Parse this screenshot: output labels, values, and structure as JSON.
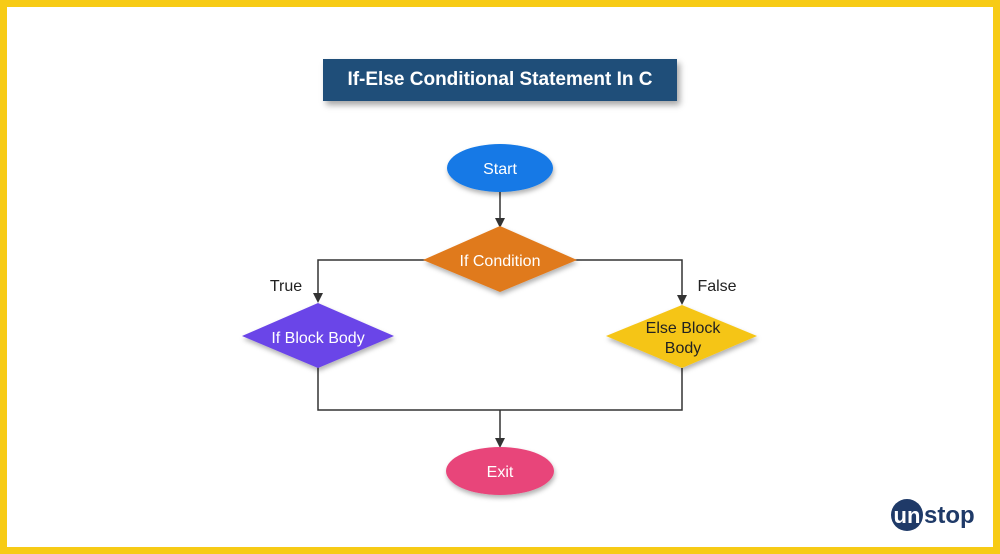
{
  "title": "If-Else Conditional Statement In C",
  "nodes": {
    "start": "Start",
    "condition": "If Condition",
    "if_body": "If Block Body",
    "else_body_line1": "Else Block",
    "else_body_line2": "Body",
    "exit": "Exit"
  },
  "edge_labels": {
    "true": "True",
    "false": "False"
  },
  "colors": {
    "frame": "#F7CB15",
    "title_bg": "#1F4E79",
    "start": "#1279E6",
    "condition": "#E07A1F",
    "if_body": "#6B45E8",
    "else_body": "#F5C518",
    "exit": "#E8457A",
    "logo": "#1F3A68"
  },
  "logo": {
    "first": "un",
    "rest": "stop"
  }
}
